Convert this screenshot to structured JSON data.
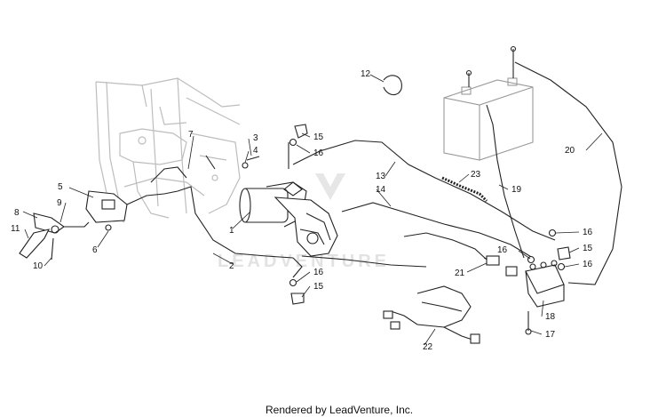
{
  "footer_text": "Rendered by LeadVenture, Inc.",
  "watermark_text": "LEADVENTURE",
  "callouts": [
    {
      "id": "c1",
      "text": "1"
    },
    {
      "id": "c2",
      "text": "2"
    },
    {
      "id": "c3",
      "text": "3"
    },
    {
      "id": "c4",
      "text": "4"
    },
    {
      "id": "c5",
      "text": "5"
    },
    {
      "id": "c6",
      "text": "6"
    },
    {
      "id": "c7",
      "text": "7"
    },
    {
      "id": "c8",
      "text": "8"
    },
    {
      "id": "c9",
      "text": "9"
    },
    {
      "id": "c10",
      "text": "10"
    },
    {
      "id": "c11",
      "text": "11"
    },
    {
      "id": "c12",
      "text": "12"
    },
    {
      "id": "c13",
      "text": "13"
    },
    {
      "id": "c14",
      "text": "14"
    },
    {
      "id": "c15a",
      "text": "15"
    },
    {
      "id": "c16a",
      "text": "16"
    },
    {
      "id": "c16b",
      "text": "16"
    },
    {
      "id": "c15b",
      "text": "15"
    },
    {
      "id": "c16c",
      "text": "16"
    },
    {
      "id": "c16d",
      "text": "16"
    },
    {
      "id": "c15c",
      "text": "15"
    },
    {
      "id": "c16e",
      "text": "16"
    },
    {
      "id": "c17",
      "text": "17"
    },
    {
      "id": "c18",
      "text": "18"
    },
    {
      "id": "c19",
      "text": "19"
    },
    {
      "id": "c20",
      "text": "20"
    },
    {
      "id": "c21",
      "text": "21"
    },
    {
      "id": "c22",
      "text": "22"
    },
    {
      "id": "c23",
      "text": "23"
    }
  ],
  "colors": {
    "line": "#222222",
    "frame": "#bdbdbd",
    "watermark": "#e2e2e2"
  }
}
